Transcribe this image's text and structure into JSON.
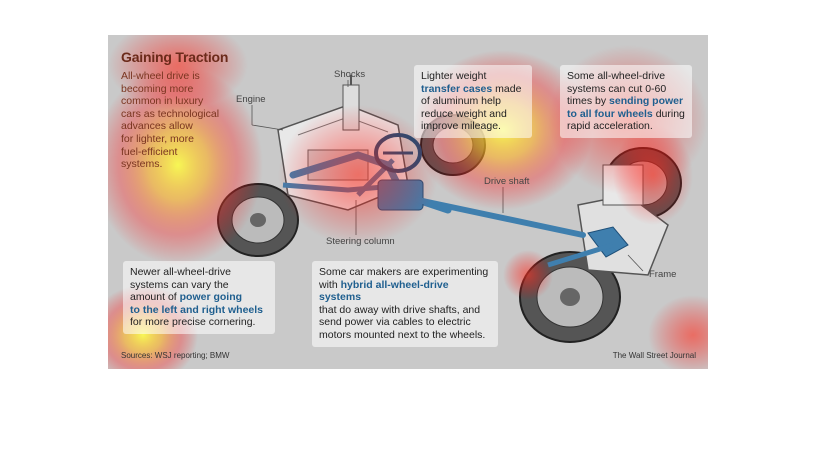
{
  "title": "Gaining Traction",
  "intro": {
    "line1": "All-wheel drive is",
    "line2": "becoming more",
    "line3": "common in luxury",
    "line4": "cars as technological",
    "line5": "advances allow",
    "line6": "for lighter, more",
    "line7": "fuel-efficient",
    "line8": "systems."
  },
  "labels": {
    "engine": "Engine",
    "shocks": "Shocks",
    "drive_shaft": "Drive shaft",
    "steering_column": "Steering column",
    "frame": "Frame"
  },
  "box_transfer": {
    "pre": "Lighter weight",
    "highlight": "transfer cases",
    "post1": "made",
    "post2": "of aluminum help",
    "post3": "reduce weight and",
    "post4": "improve mileage."
  },
  "box_accel": {
    "line1": "Some all-wheel-drive",
    "line2": "systems can cut 0-60",
    "line3_pre": "times by",
    "line3_hl": "sending power",
    "line4_hl": "to all four wheels",
    "line4_post": "during",
    "line5": "rapid acceleration."
  },
  "box_vary": {
    "line1": "Newer all-wheel-drive",
    "line2": "systems can vary the",
    "line3_pre": "amount of",
    "line3_hl": "power going",
    "line4_hl": "to the left and right wheels",
    "line5": "for more precise cornering."
  },
  "box_hybrid": {
    "line1": "Some car makers are experimenting",
    "line2_pre": "with",
    "line2_hl": "hybrid all-wheel-drive systems",
    "line3": "that do away with drive shafts, and",
    "line4": "send power via cables to electric",
    "line5": "motors mounted next to the wheels."
  },
  "sources": "Sources: WSJ reporting; BMW",
  "credit": "The Wall Street Journal",
  "colors": {
    "title": "#6b2a1a",
    "highlight": "#1f5f8f",
    "drivetrain": "#3f7fae",
    "background": "#c9c9c9"
  }
}
